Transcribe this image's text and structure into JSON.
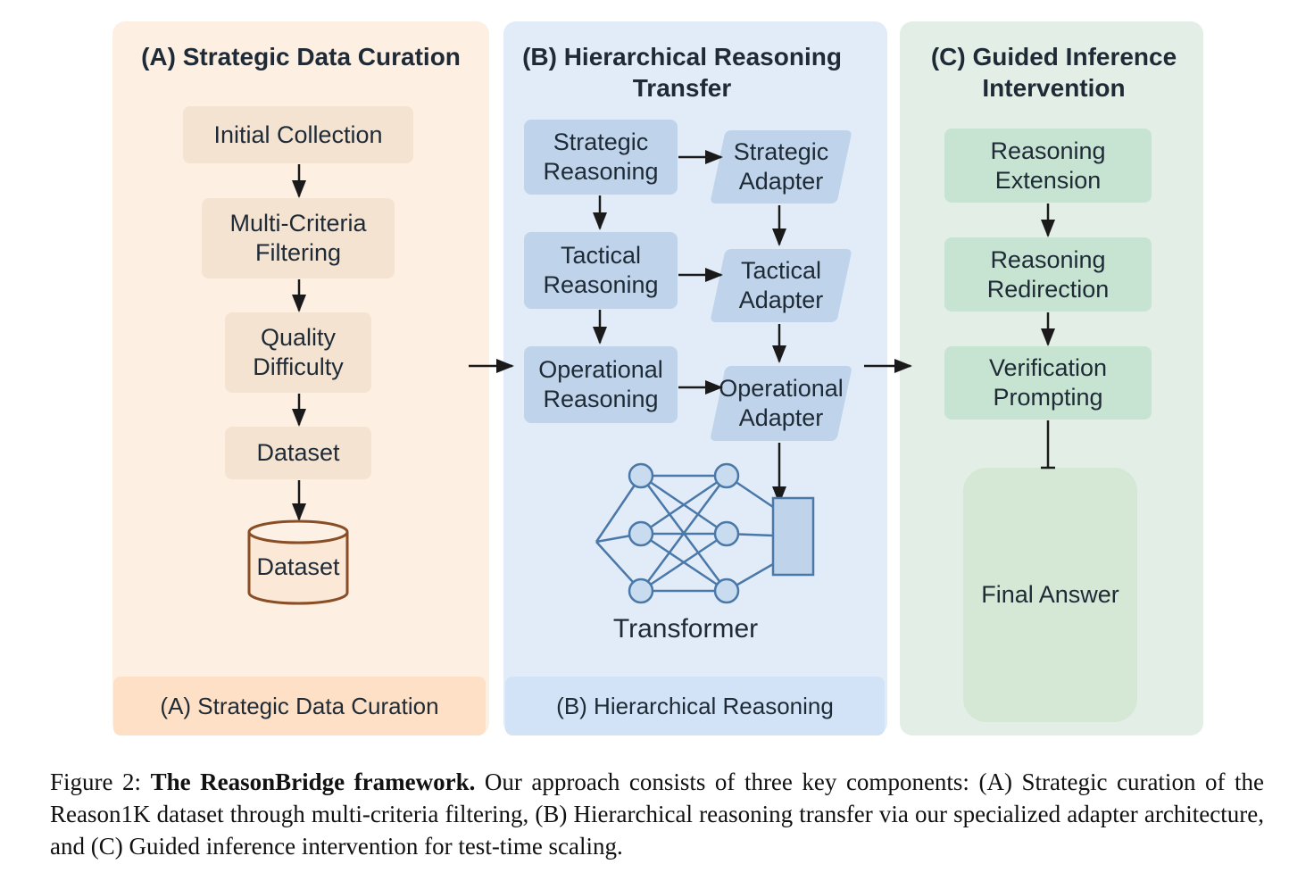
{
  "panels": {
    "a": {
      "title": "(A)  Strategic Data Curation",
      "nodes": [
        "Initial Collection",
        "Multi-Criteria\nFiltering",
        "Quality\nDifficulty",
        "Dataset"
      ],
      "cylinder": "Dataset",
      "footer": "(A) Strategic Data Curation"
    },
    "b": {
      "title": "(B)  Hierarchical Reasoning\nTransfer",
      "levels": [
        "Strategic\nReasoning",
        "Tactical\nReasoning",
        "Operational\nReasoning"
      ],
      "adapters": [
        "Strategic\nAdapter",
        "Tactical\nAdapter",
        "Operational\nAdapter"
      ],
      "transformer": "Transformer",
      "footer": "(B) Hierarchical Reasoning"
    },
    "c": {
      "title": "(C)  Guided Inference\nIntervention",
      "nodes": [
        "Reasoning\nExtension",
        "Reasoning\nRedirection",
        "Verification\nPrompting"
      ],
      "final": "Final Answer"
    }
  },
  "caption": {
    "prefix": "Figure 2: ",
    "bold": "The ReasonBridge framework.",
    "text": " Our approach consists of three key components: (A) Strategic curation of the Reason1K dataset through multi-criteria filtering, (B) Hierarchical reasoning transfer via our specialized adapter architecture, and (C) Guided inference intervention for test-time scaling."
  },
  "colors": {
    "panel_a": "#fdefe2",
    "panel_b": "#e2ecf8",
    "panel_c": "#e3efe6",
    "node_a": "#f5e3d1",
    "node_b": "#bfd4ea",
    "node_c": "#c7e4d2",
    "network": "#4a78a8",
    "cylinder_stroke": "#8a4e26"
  }
}
